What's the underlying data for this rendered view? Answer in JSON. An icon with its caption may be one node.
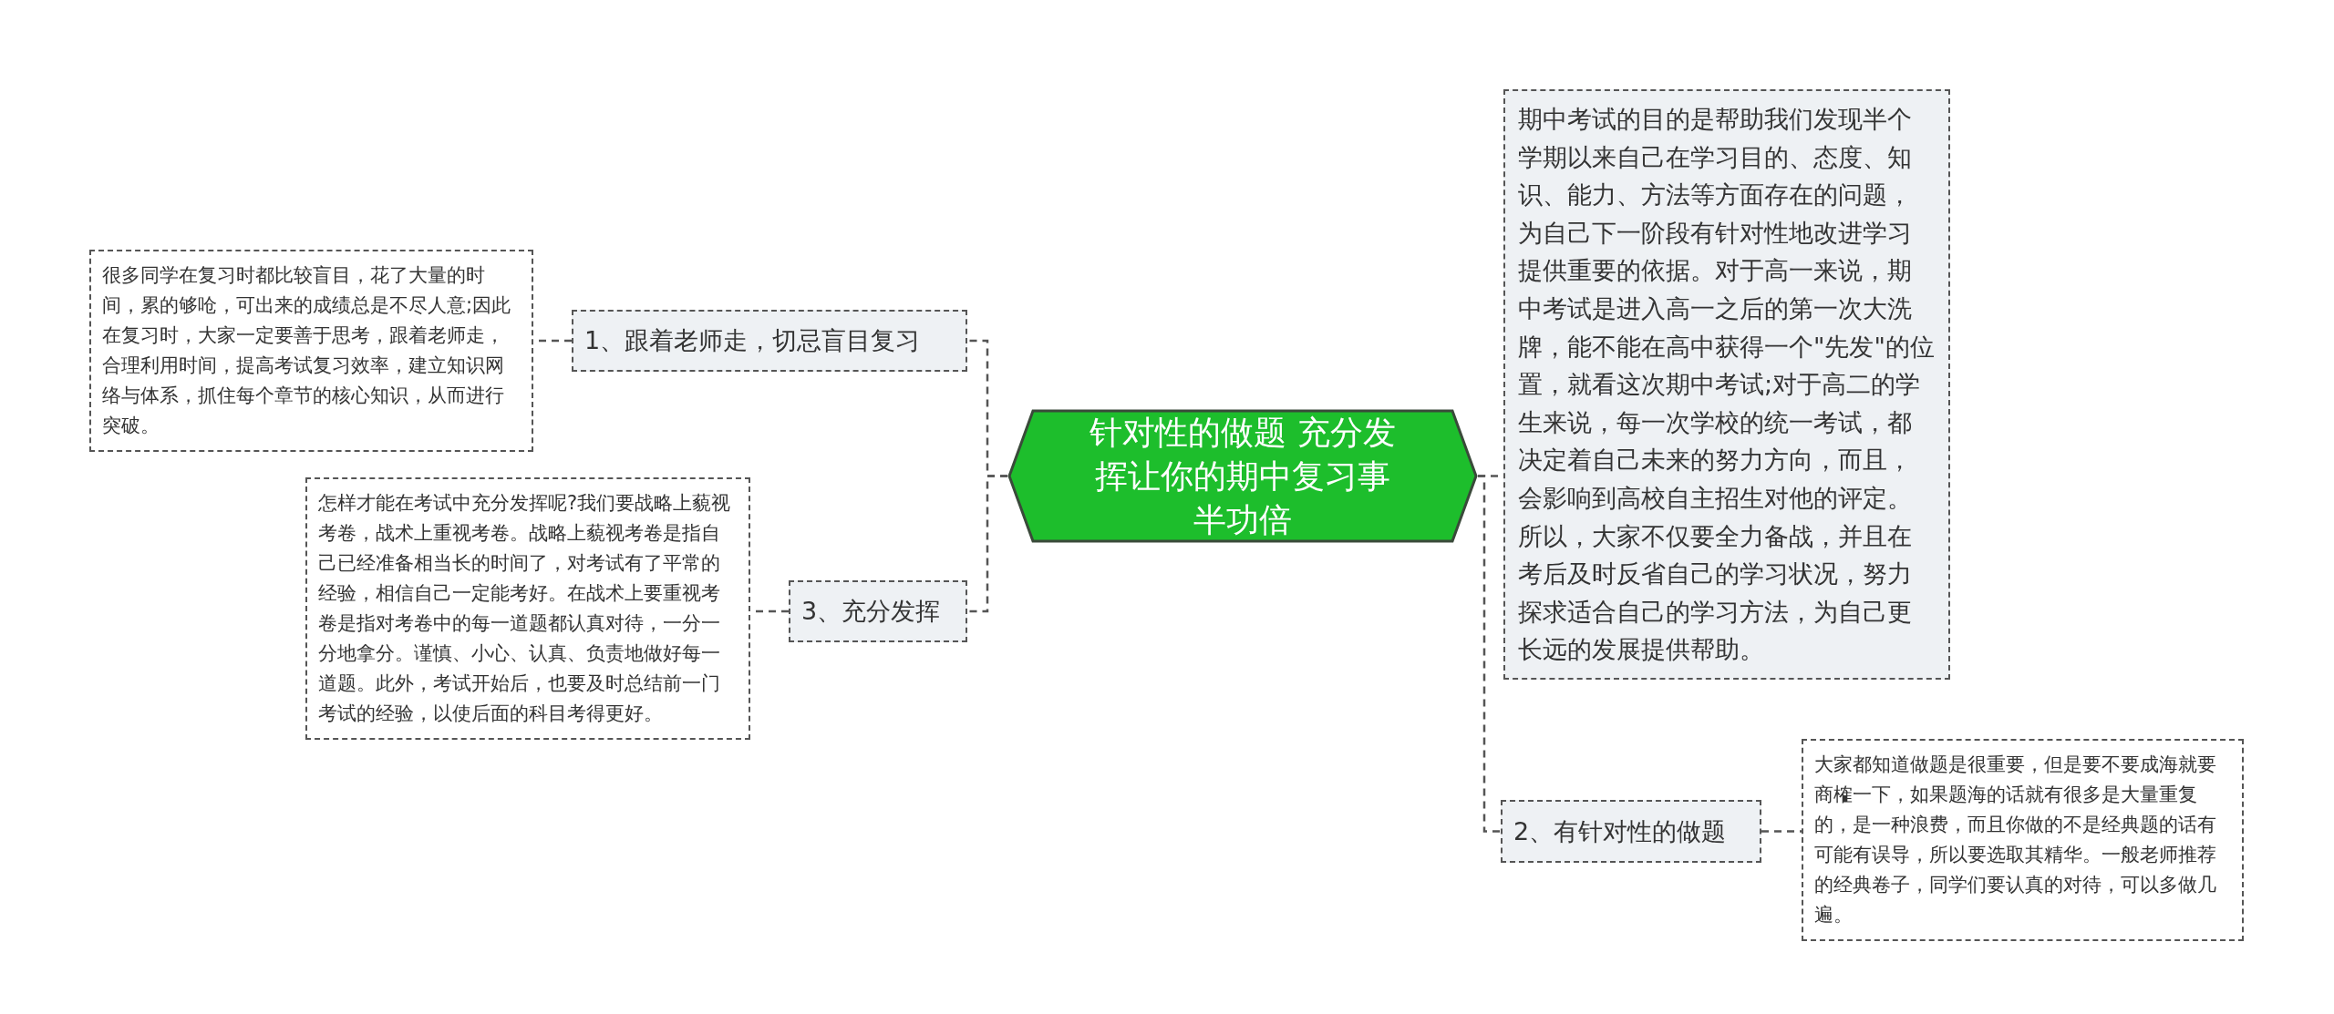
{
  "diagram": {
    "nodes": [
      {
        "text": [
          "针对性的做题 充分发挥让你的期中复习事半功倍"
        ]
      },
      {
        "text": [
          "1、跟着老师走，切忌盲目复习"
        ]
      },
      {
        "text": [
          "很多同学在复习时都比较盲目，花了大量的时间，累的够呛，可出来的成绩总是不尽人意;因此在复习时，大家一定要善于思考，跟着老师走，合理利用时间，提高考试复习效率，建立知识网络与体系，抓住每个章节的核心知识，从而进行突破。"
        ]
      },
      {
        "text": [
          "3、充分发挥"
        ]
      },
      {
        "text": [
          "怎样才能在考试中充分发挥呢?我们要战略上藐视考卷，战术上重视考卷。战略上藐视考卷是指自己已经准备相当长的时间了，对考试有了平常的经验，相信自己一定能考好。在战术上要重视考卷是指对考卷中的每一道题都认真对待，一分一分地拿分。谨慎、小心、认真、负责地做好每一道题。此外，考试开始后，也要及时总结前一门考试的经验，以使后面的科目考得更好。"
        ]
      },
      {
        "text": [
          "期中考试的目的是帮助我们发现半个学期以来自己在学习目的、态度、知识、能力、方法等方面存在的问题，为自己下一阶段有针对性地改进学习提供重要的依据。对于高一来说，期中考试是进入高一之后的第一次大洗牌，能不能在高中获得一个\"先发\"的位置，就看这次期中考试;对于高二的学生来说，每一次学校的统一考试，都决定着自己未来的努力方向，而且，会影响到高校自主招生对他的评定。所以，大家不仅要全力备战，并且在考后及时反省自己的学习状况，努力探求适合自己的学习方法，为自己更长远的发展提供帮助。"
        ]
      },
      {
        "text": [
          "2、有针对性的做题"
        ]
      },
      {
        "text": [
          "大家都知道做题是很重要，但是要不要成海就要商榷一下，如果题海的话就有很多是大量重复的，是一种浪费，而且你做的不是经典题的话有可能有误导，所以要选取其精华。一般老师推荐的经典卷子，同学们要认真的对待，可以多做几遍。"
        ]
      }
    ],
    "edges": [
      {
        "from": 0,
        "to": 1,
        "arrow": "none",
        "style": "dashed"
      },
      {
        "from": 0,
        "to": 3,
        "arrow": "none",
        "style": "dashed"
      },
      {
        "from": 0,
        "to": 5,
        "arrow": "none",
        "style": "dashed"
      },
      {
        "from": 0,
        "to": 6,
        "arrow": "none",
        "style": "dashed"
      },
      {
        "from": 1,
        "to": 2,
        "arrow": "none",
        "style": "dashed"
      },
      {
        "from": 3,
        "to": 4,
        "arrow": "none",
        "style": "dashed"
      },
      {
        "from": 6,
        "to": 7,
        "arrow": "none",
        "style": "dashed"
      }
    ]
  }
}
